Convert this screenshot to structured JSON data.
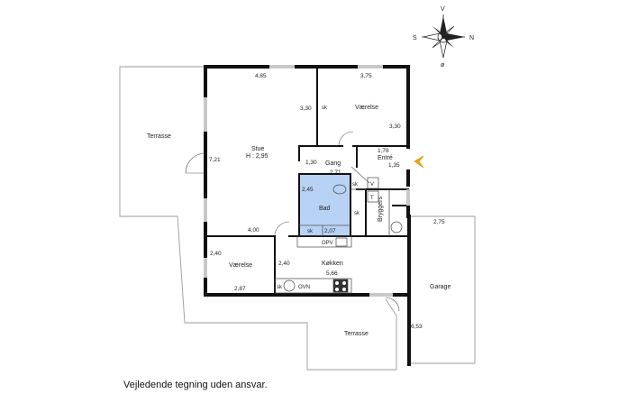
{
  "compass": {
    "n": "N",
    "s": "S",
    "v": "V",
    "o": "ø"
  },
  "rooms": {
    "terrasse_west": "Terrasse",
    "terrasse_south": "Terrasse",
    "stue": "Stue",
    "stue_height": "H : 2,95",
    "vaerelse_ne": "Værelse",
    "vaerelse_sw": "Værelse",
    "gang": "Gang",
    "entre": "Entré",
    "bad": "Bad",
    "bryggers": "Bryggers",
    "koekken": "Køkken",
    "garage": "Garage"
  },
  "dimensions": {
    "stue_top": "4,85",
    "stue_side": "7,21",
    "stue_bottom": "4,00",
    "closet_side": "3,30",
    "vaerelse_ne_top": "3,75",
    "vaerelse_ne_side": "3,30",
    "gang_left": "1,30",
    "gang_bottom": "2,71",
    "entre_top": "1,78",
    "entre_side": "1,35",
    "bad_side": "2,45",
    "bad_bottom": "2,07",
    "vaerelse_sw_side": "2,40",
    "vaerelse_sw_bottom": "2,87",
    "koekken_side": "2,40",
    "koekken_width": "5,66",
    "garage_top": "2,75",
    "garage_side": "6,53"
  },
  "fixtures": {
    "sk_closet": "sk",
    "sk_bad_top": "sk",
    "sk_bryggers": "sk",
    "sk_bad_bottom": "sk",
    "sk_kitchen": "sk",
    "opv": "OPV",
    "ovn": "OVN",
    "v": "V",
    "t": "T"
  },
  "caption": "Vejledende tegning uden ansvar.",
  "colors": {
    "wall": "#111111",
    "outline": "#9a9a9a",
    "bath_fill": "#b8d2f5",
    "entrance_arrow": "#f2a900",
    "window": "#c8c8c8"
  }
}
